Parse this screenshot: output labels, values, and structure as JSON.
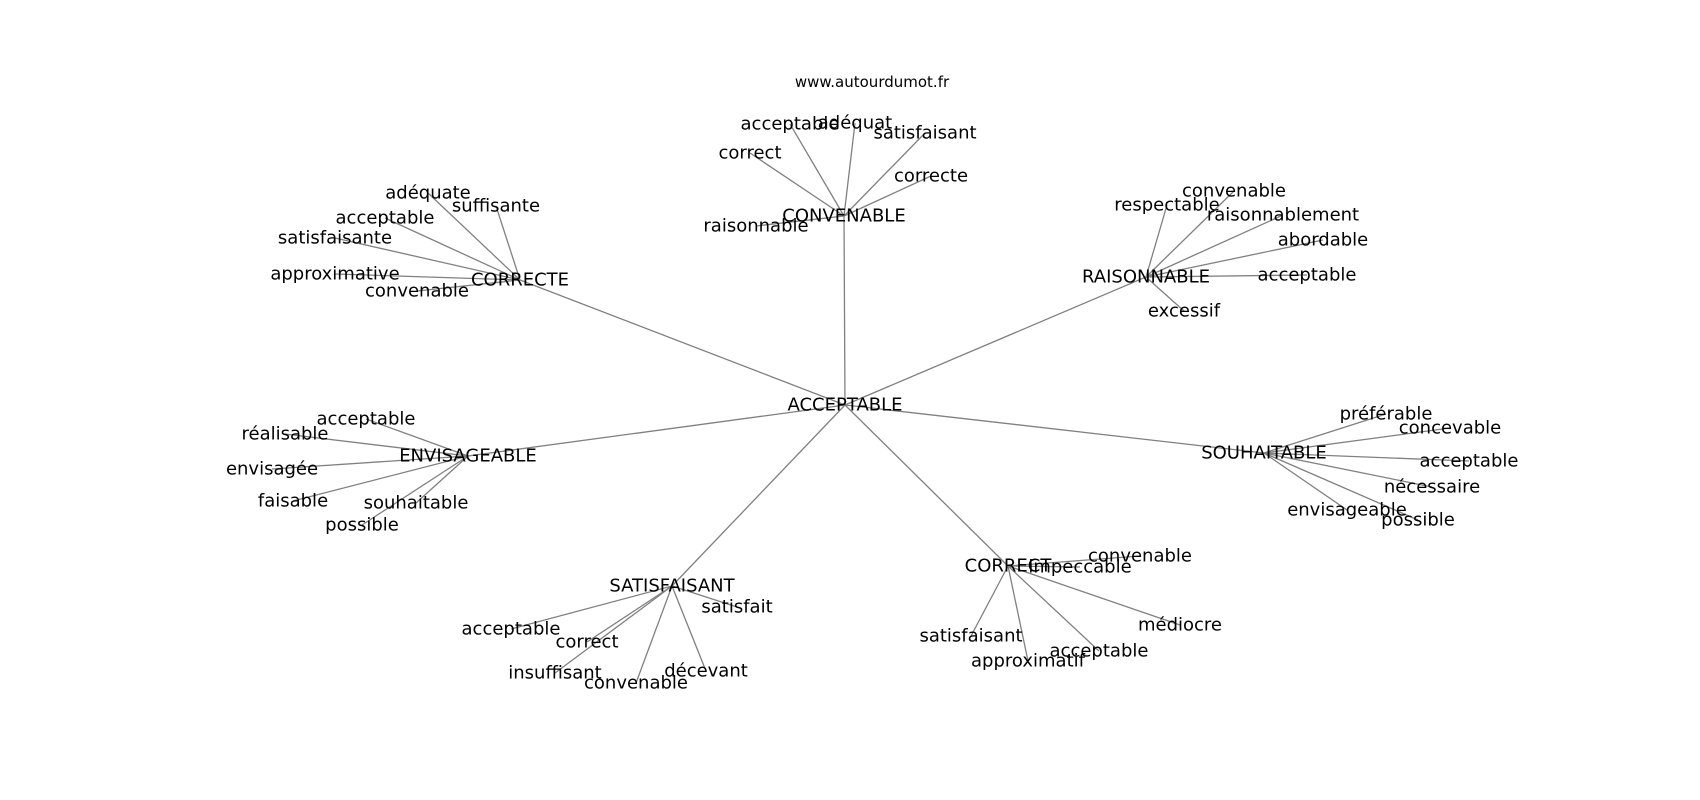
{
  "credit": "www.autourdumot.fr",
  "graph": {
    "root": {
      "label": "ACCEPTABLE"
    },
    "hubs": [
      {
        "id": "convenable-hub",
        "label": "CONVENABLE",
        "leaves": [
          "acceptable",
          "adéquat",
          "satisfaisant",
          "correct",
          "correcte",
          "raisonnable"
        ]
      },
      {
        "id": "correcte-hub",
        "label": "CORRECTE",
        "leaves": [
          "adéquate",
          "suffisante",
          "acceptable",
          "satisfaisante",
          "approximative",
          "convenable"
        ]
      },
      {
        "id": "raisonnable-hub",
        "label": "RAISONNABLE",
        "leaves": [
          "convenable",
          "respectable",
          "raisonnablement",
          "abordable",
          "acceptable",
          "excessif"
        ]
      },
      {
        "id": "envisageable-hub",
        "label": "ENVISAGEABLE",
        "leaves": [
          "acceptable",
          "réalisable",
          "envisagée",
          "faisable",
          "souhaitable",
          "possible"
        ]
      },
      {
        "id": "souhaitable-hub",
        "label": "SOUHAITABLE",
        "leaves": [
          "préférable",
          "concevable",
          "acceptable",
          "nécessaire",
          "envisageable",
          "possible"
        ]
      },
      {
        "id": "satisfaisant-hub",
        "label": "SATISFAISANT",
        "leaves": [
          "satisfait",
          "acceptable",
          "correct",
          "insuffisant",
          "convenable",
          "décevant"
        ]
      },
      {
        "id": "correct-hub",
        "label": "CORRECT",
        "leaves": [
          "convenable",
          "impeccable",
          "médiocre",
          "satisfaisant",
          "approximatif",
          "acceptable"
        ]
      }
    ]
  }
}
